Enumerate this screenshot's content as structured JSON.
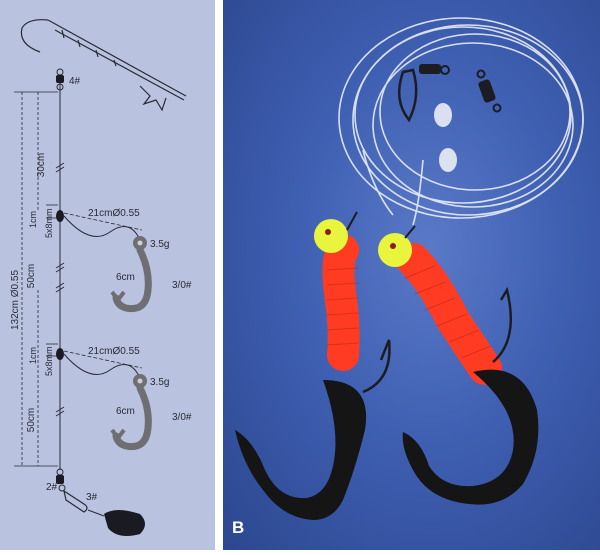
{
  "diagram": {
    "swivel_top_size": "4#",
    "segment_top": "30cm",
    "total_length": "132cm Ø0.55",
    "branch1": {
      "offset": "1cm",
      "bead": "5x8mm",
      "dropper": "21cmØ0.55",
      "weight": "3.5g",
      "lure_length": "6cm",
      "hook_size": "3/0#"
    },
    "segment_mid": "50cm",
    "branch2": {
      "offset": "1cm",
      "bead": "5x8mm",
      "dropper": "21cmØ0.55",
      "weight": "3.5g",
      "lure_length": "6cm",
      "hook_size": "3/0#"
    },
    "segment_bottom": "50cm",
    "swivel_bottom_size": "2#",
    "snap_size": "3#"
  },
  "photo": {
    "panel_label": "B"
  },
  "colors": {
    "diagram_bg": "#b9c3e0",
    "photo_bg": "#3f5fb2",
    "lure_body": "#ff3c22",
    "lure_tail": "#151515",
    "jig_head": "#e9f53c"
  }
}
